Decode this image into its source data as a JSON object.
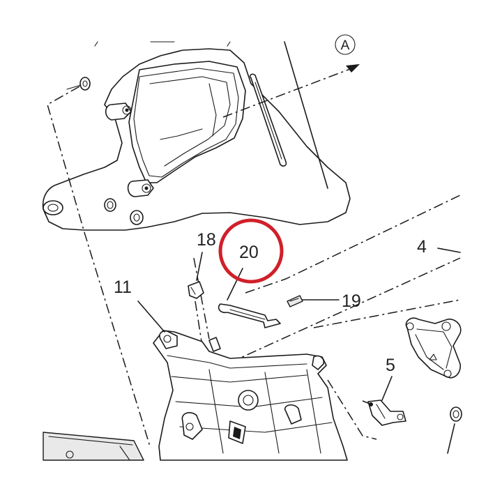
{
  "diagram": {
    "view_marker": "A",
    "callouts": [
      {
        "id": "c18",
        "label": "18"
      },
      {
        "id": "c20",
        "label": "20"
      },
      {
        "id": "c4",
        "label": "4"
      },
      {
        "id": "c11",
        "label": "11"
      },
      {
        "id": "c19",
        "label": "19"
      },
      {
        "id": "c5",
        "label": "5"
      }
    ],
    "highlight_color": "#d0202a",
    "line_color": "#1a1a1a",
    "highlighted_callout": "20"
  }
}
